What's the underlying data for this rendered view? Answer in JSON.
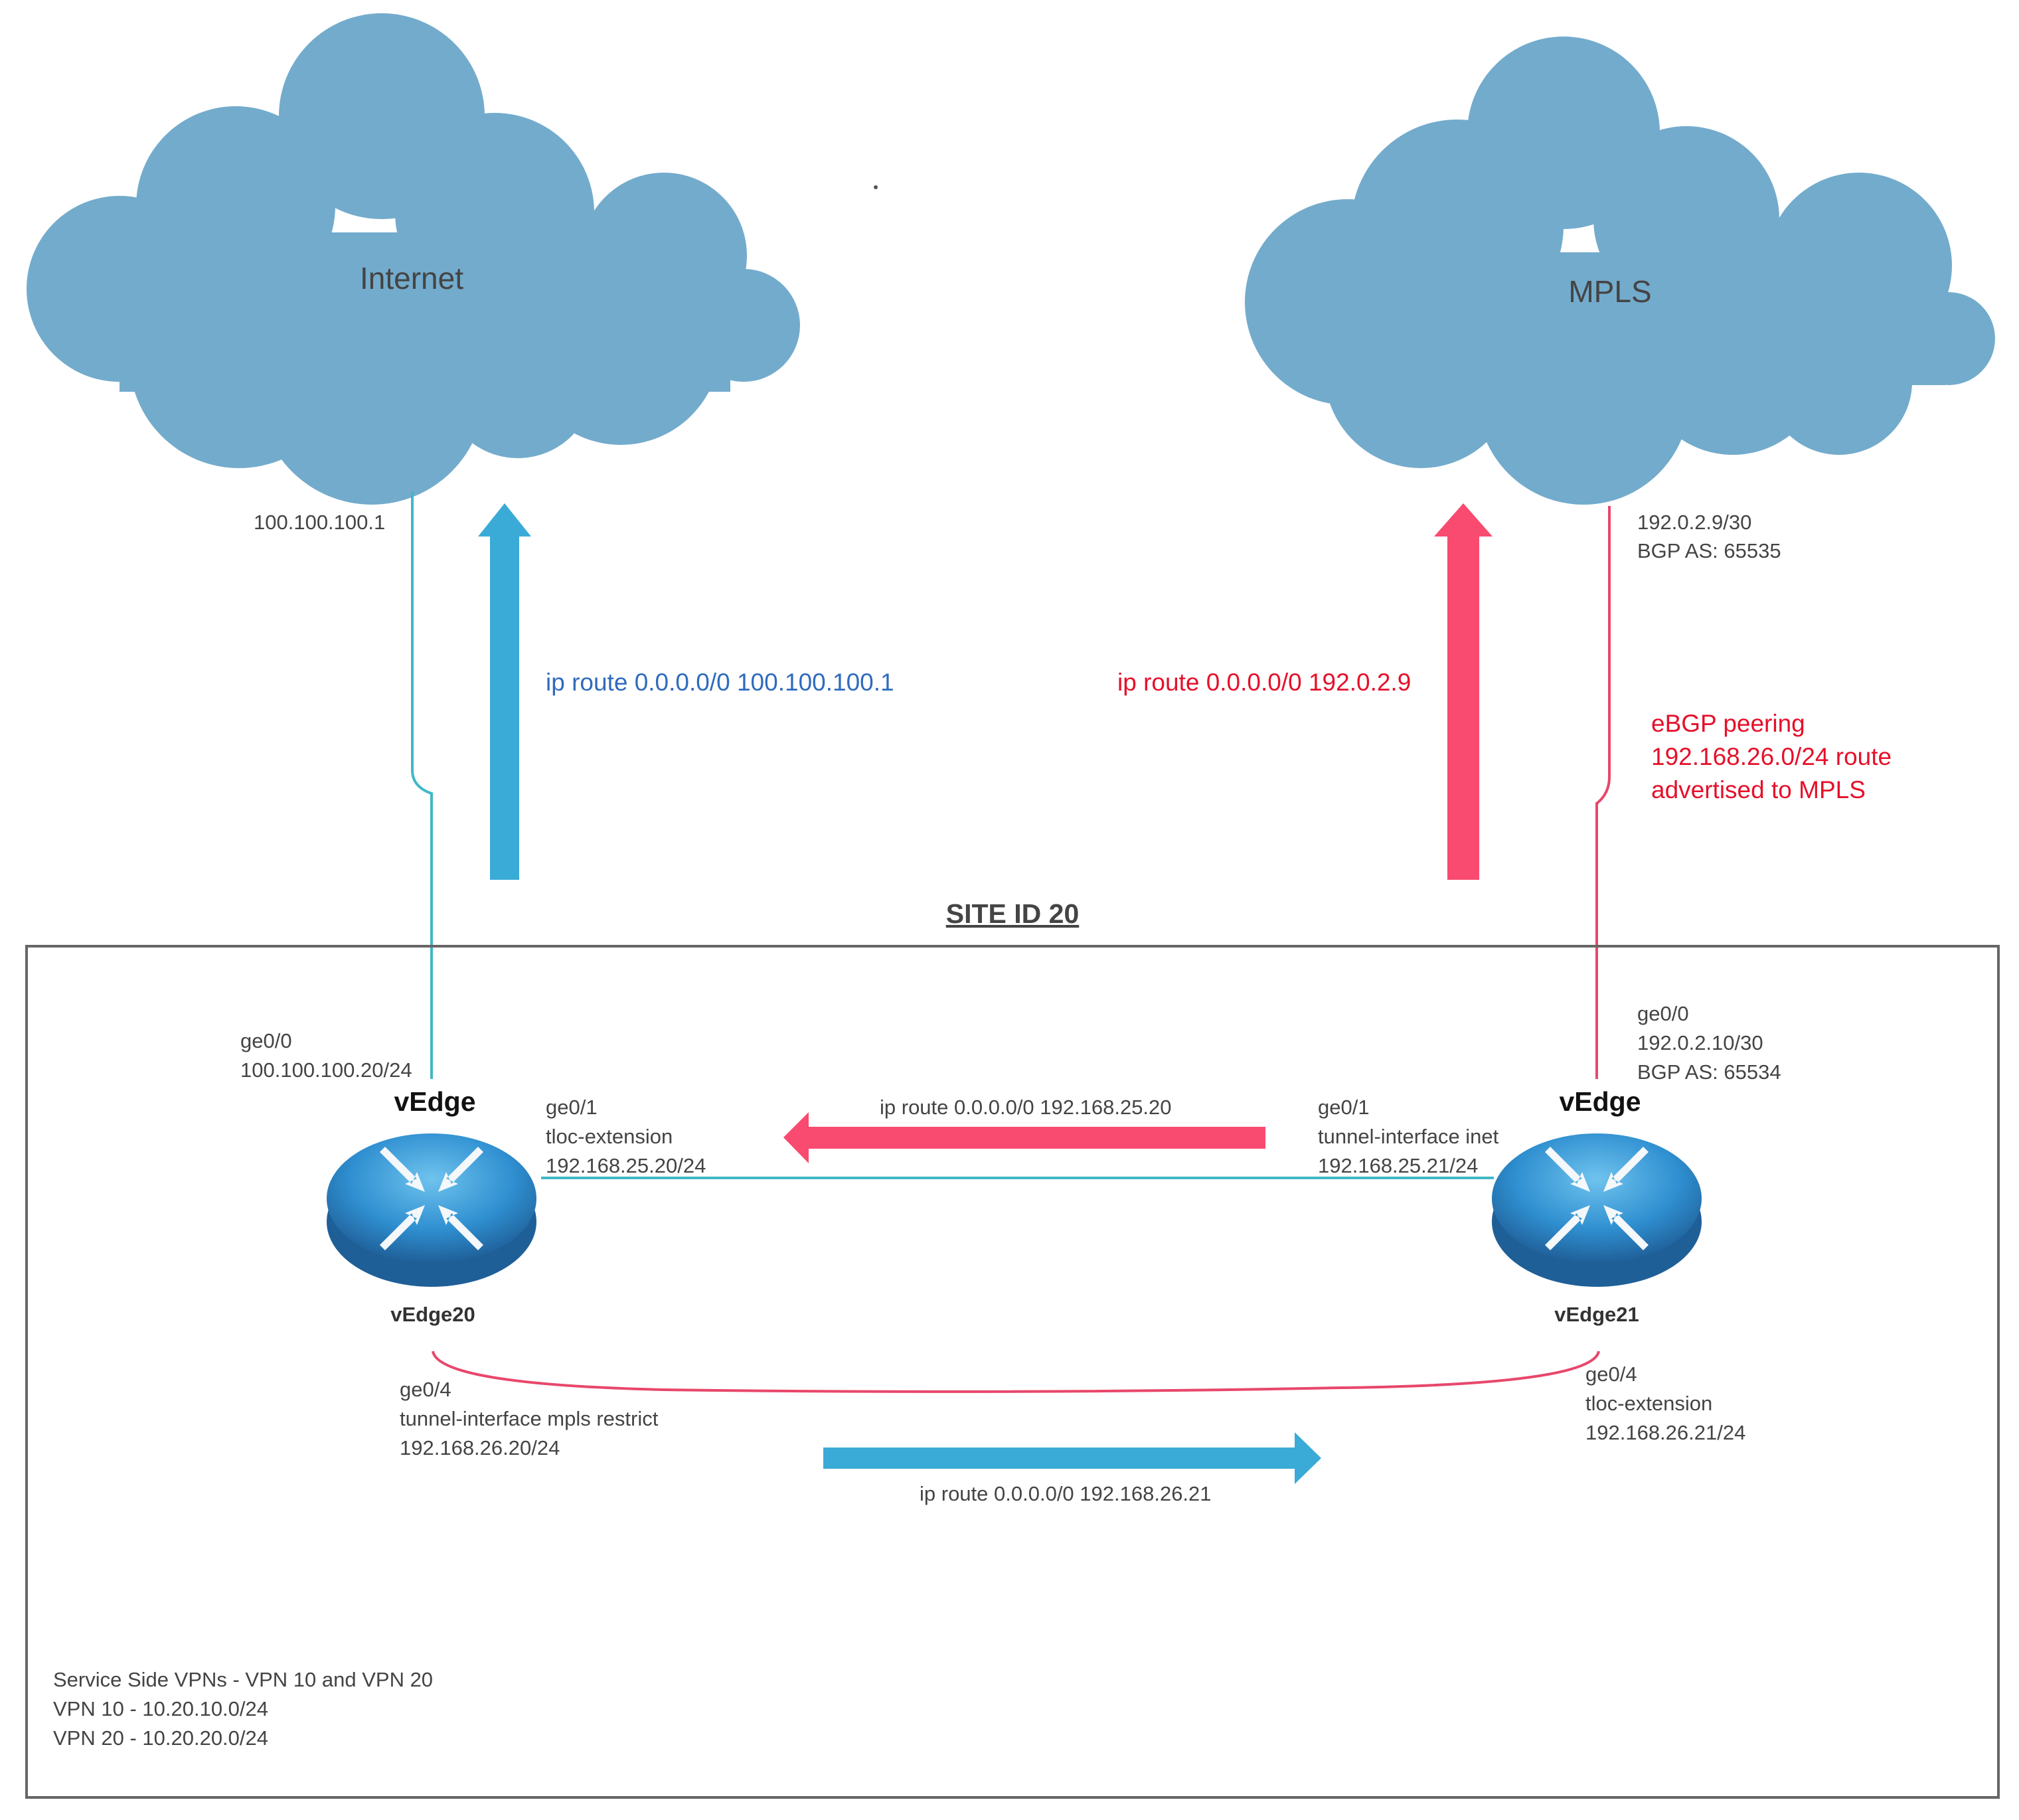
{
  "clouds": {
    "internet": {
      "label": "Internet",
      "ip": "100.100.100.1"
    },
    "mpls": {
      "label": "MPLS",
      "ip_lines": [
        "192.0.2.9/30",
        "BGP AS: 65535"
      ]
    }
  },
  "routes": {
    "internet_default": "ip route 0.0.0.0/0 100.100.100.1",
    "mpls_default": "ip route 0.0.0.0/0 192.0.2.9",
    "ebgp_lines": [
      "eBGP peering",
      "192.168.26.0/24 route",
      "advertised to MPLS"
    ],
    "tloc_25": "ip route 0.0.0.0/0 192.168.25.20",
    "tloc_26": "ip route 0.0.0.0/0 192.168.26.21"
  },
  "site": {
    "title": "SITE ID 20"
  },
  "vedge20": {
    "caption": "vEdge",
    "name": "vEdge20",
    "ge00_lines": [
      "ge0/0",
      "100.100.100.20/24"
    ],
    "ge01_lines": [
      "ge0/1",
      "tloc-extension",
      "192.168.25.20/24"
    ],
    "ge04_lines": [
      "ge0/4",
      "tunnel-interface mpls restrict",
      "192.168.26.20/24"
    ]
  },
  "vedge21": {
    "caption": "vEdge",
    "name": "vEdge21",
    "ge00_lines": [
      "ge0/0",
      "192.0.2.10/30",
      "BGP AS: 65534"
    ],
    "ge01_lines": [
      "ge0/1",
      "tunnel-interface inet",
      "192.168.25.21/24"
    ],
    "ge04_lines": [
      "ge0/4",
      "tloc-extension",
      "192.168.26.21/24"
    ]
  },
  "service_vpns": [
    "Service Side VPNs - VPN 10 and VPN 20",
    "VPN 10 - 10.20.10.0/24",
    "VPN 20 - 10.20.20.0/24"
  ],
  "colors": {
    "cloud": "#73abcc",
    "blue_arrow": "#3aabd6",
    "red_arrow": "#f94a70",
    "teal_link": "#41b8c6",
    "red_link": "#e8476b",
    "router_body": "#2f7fbf"
  }
}
